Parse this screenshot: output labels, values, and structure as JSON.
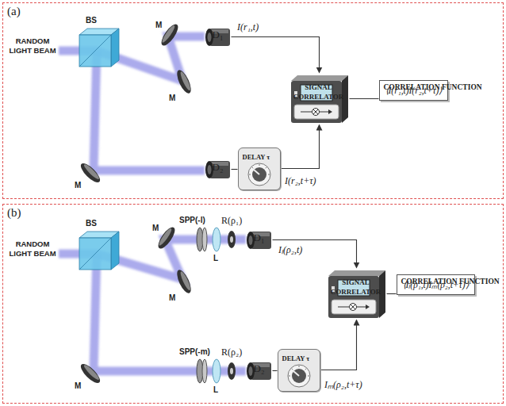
{
  "diagram": {
    "nodes": [
      {
        "text": [
          "(a)"
        ]
      },
      {
        "text": [
          "D₁"
        ],
        "in": 0
      },
      {
        "text": [
          "D₂"
        ],
        "in": 0
      },
      {
        "text": [
          "DELAY τ"
        ],
        "in": 0
      },
      {
        "text": [
          "SIGNAL CORRELATOR"
        ],
        "in": 0
      },
      {
        "text": [
          "CORRELATION FUNCTION",
          "⟨I(r₁,t)I(r₂,t+τ)⟩"
        ],
        "in": 0
      },
      {
        "text": [
          "(b)"
        ]
      },
      {
        "text": [
          "D₁"
        ],
        "in": 6
      },
      {
        "text": [
          "D₂"
        ],
        "in": 6
      },
      {
        "text": [
          "DELAY τ"
        ],
        "in": 6
      },
      {
        "text": [
          "SIGNAL CORRELATOR"
        ],
        "in": 6
      },
      {
        "text": [
          "CORRELATION FUNCTION",
          "⟨Iₗ(ρ₁,t)Iₘ(ρ₂,t+τ)⟩"
        ],
        "in": 6
      }
    ],
    "edges": [
      {
        "from": 1,
        "to": 4,
        "arrow": "to",
        "label": "I(r₁,t)"
      },
      {
        "from": 2,
        "to": 3,
        "arrow": "none"
      },
      {
        "from": 3,
        "to": 4,
        "arrow": "to",
        "label": "I(r₂,t+τ)"
      },
      {
        "from": 4,
        "to": 5,
        "arrow": "none"
      },
      {
        "from": 7,
        "to": 10,
        "arrow": "to",
        "label": "Iₗ(ρ₂,t)"
      },
      {
        "from": 8,
        "to": 9,
        "arrow": "none"
      },
      {
        "from": 9,
        "to": 10,
        "arrow": "to",
        "label": "Iₘ(ρ₂,t+τ)"
      },
      {
        "from": 10,
        "to": 11,
        "arrow": "none"
      }
    ],
    "labels": [
      "RANDOM LIGHT BEAM",
      "BS",
      "M",
      "M",
      "M",
      "RANDOM LIGHT BEAM",
      "BS",
      "M",
      "M",
      "M",
      "SPP(-l)",
      "L",
      "R(ρ₁)",
      "SPP(-m)",
      "L",
      "R(ρ₂)"
    ]
  }
}
